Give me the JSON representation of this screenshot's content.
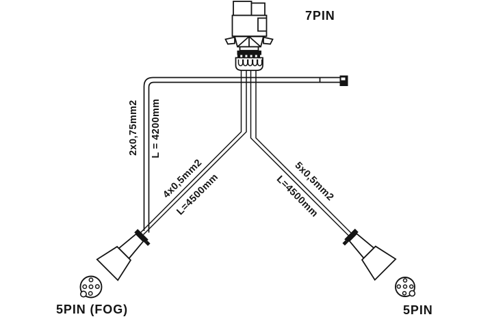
{
  "diagram": {
    "connectors": {
      "top": {
        "label": "7PIN"
      },
      "bottom_left": {
        "label": "5PIN (FOG)"
      },
      "bottom_right": {
        "label": "5PIN"
      }
    },
    "cables": {
      "left_vertical": {
        "spec": "2x0,75mm2",
        "length": "L = 4200mm"
      },
      "left_diagonal": {
        "spec": "4x0,5mm2",
        "length": "L=4500mm"
      },
      "right_diagonal": {
        "spec": "5x0,5mm2",
        "length": "L=4500mm"
      }
    },
    "colors": {
      "line": "#141414",
      "background": "#ffffff"
    }
  }
}
